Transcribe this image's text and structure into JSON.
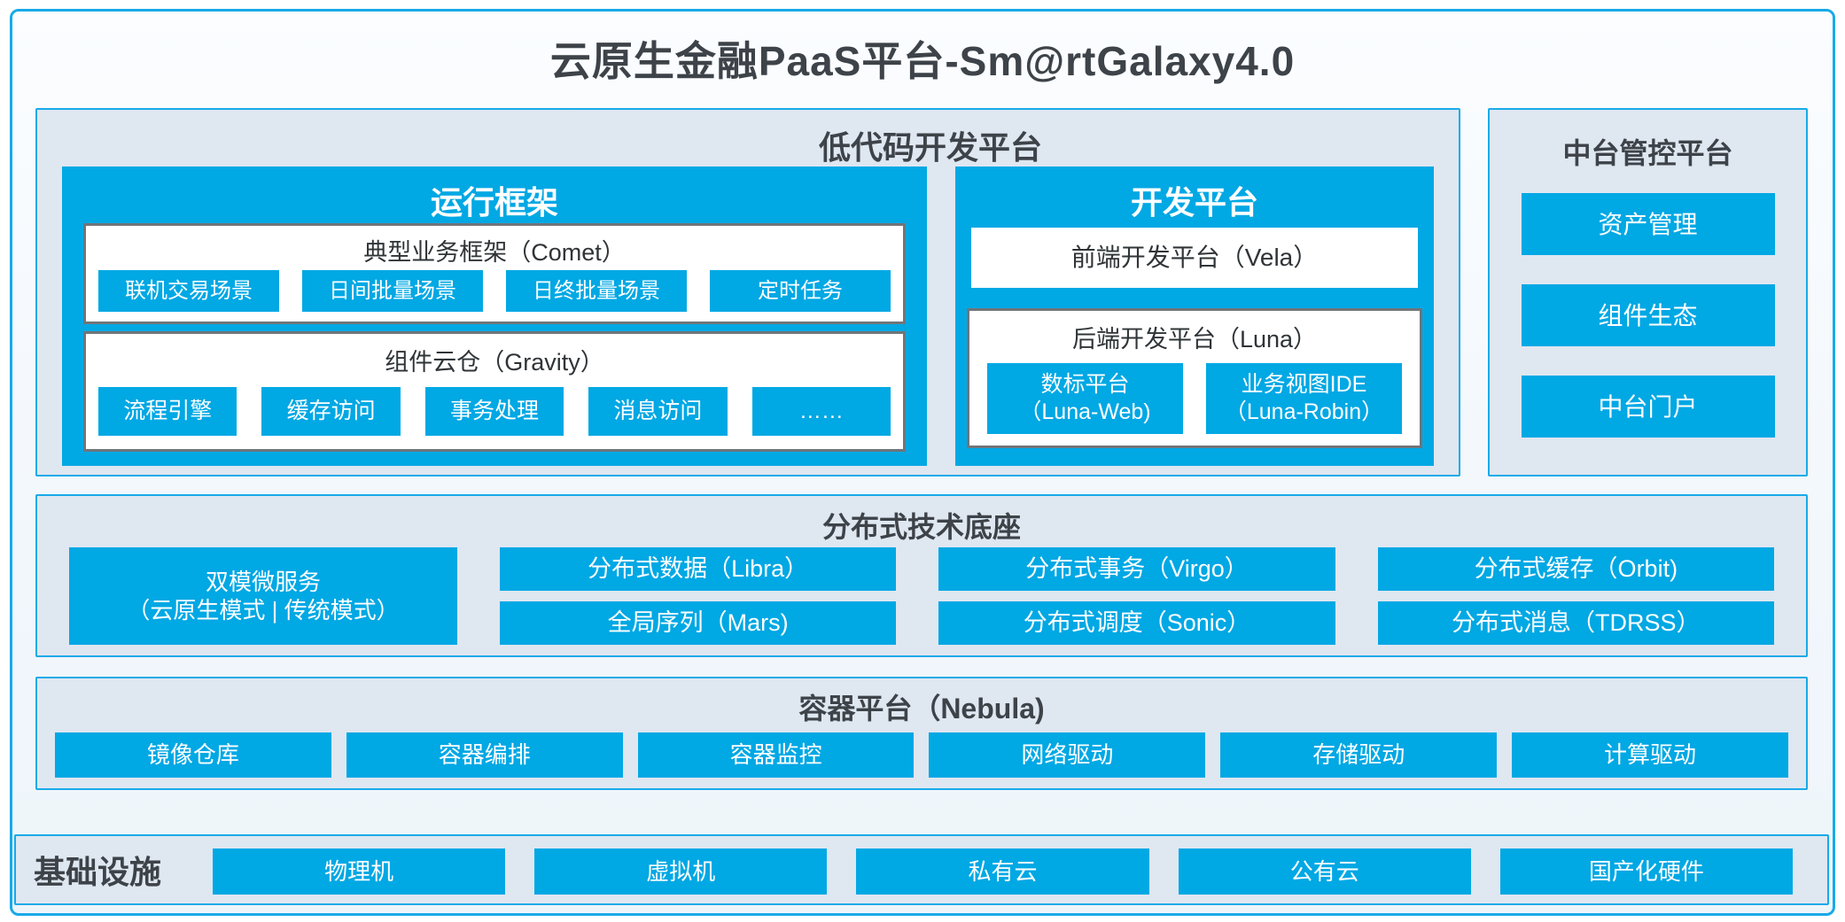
{
  "page": {
    "title": "云原生金融PaaS平台-Sm@rtGalaxy4.0"
  },
  "low_code": {
    "title": "低代码开发平台",
    "runtime": {
      "title": "运行框架",
      "comet": {
        "title": "典型业务框架（Comet）",
        "items": [
          "联机交易场景",
          "日间批量场景",
          "日终批量场景",
          "定时任务"
        ]
      },
      "gravity": {
        "title": "组件云仓（Gravity）",
        "items": [
          "流程引擎",
          "缓存访问",
          "事务处理",
          "消息访问",
          "……"
        ]
      }
    },
    "dev": {
      "title": "开发平台",
      "vela": "前端开发平台（Vela）",
      "luna": {
        "title": "后端开发平台（Luna）",
        "items": [
          {
            "line1": "数标平台",
            "line2": "（Luna-Web)"
          },
          {
            "line1": "业务视图IDE",
            "line2": "（Luna-Robin）"
          }
        ]
      }
    }
  },
  "mid_platform": {
    "title": "中台管控平台",
    "items": [
      "资产管理",
      "组件生态",
      "中台门户"
    ]
  },
  "distributed": {
    "title": "分布式技术底座",
    "microservice": {
      "line1": "双模微服务",
      "line2": "（云原生模式 | 传统模式）"
    },
    "col2": [
      "分布式数据（Libra）",
      "全局序列（Mars)"
    ],
    "col3": [
      "分布式事务（Virgo）",
      "分布式调度（Sonic）"
    ],
    "col4": [
      "分布式缓存（Orbit)",
      "分布式消息（TDRSS）"
    ]
  },
  "container_platform": {
    "title": "容器平台（Nebula)",
    "items": [
      "镜像仓库",
      "容器编排",
      "容器监控",
      "网络驱动",
      "存储驱动",
      "计算驱动"
    ]
  },
  "infrastructure": {
    "title": "基础设施",
    "items": [
      "物理机",
      "虚拟机",
      "私有云",
      "公有云",
      "国产化硬件"
    ]
  },
  "colors": {
    "accent": "#00a8e4",
    "border_cyan": "#18aae8",
    "panel_bg": "#dfe7f1",
    "text_dark": "#3d4348",
    "frame_gray": "#70757a"
  }
}
